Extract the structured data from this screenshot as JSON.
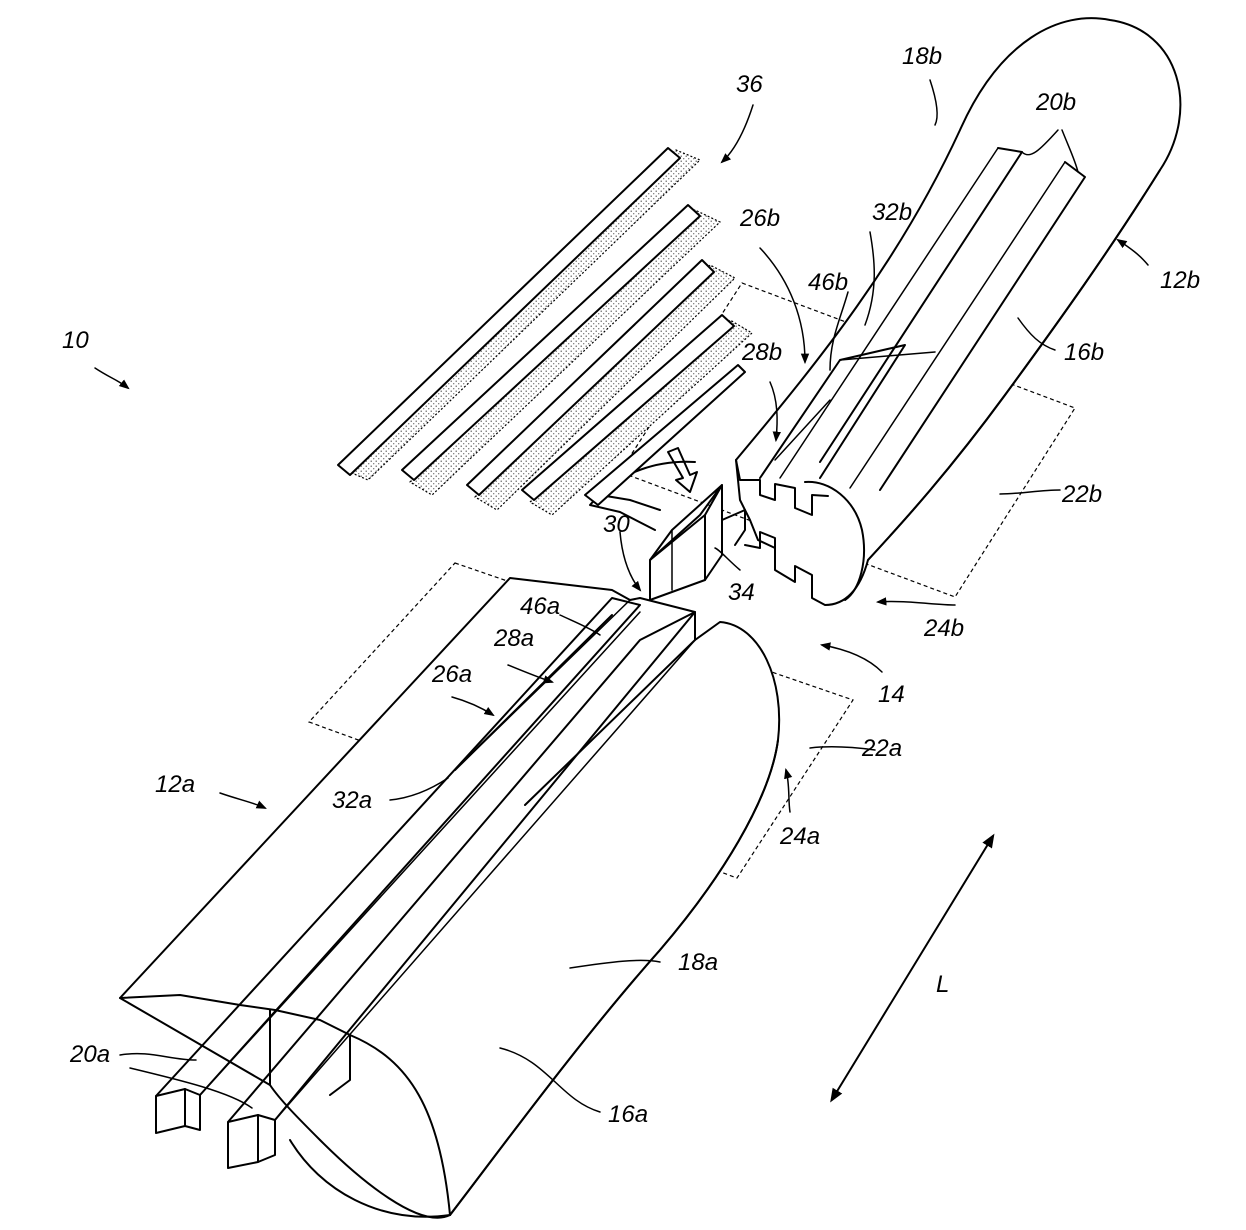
{
  "figure": {
    "labels": {
      "l10": "10",
      "l12a": "12a",
      "l12b": "12b",
      "l14": "14",
      "l16a": "16a",
      "l16b": "16b",
      "l18a": "18a",
      "l18b": "18b",
      "l20a": "20a",
      "l20b": "20b",
      "l22a": "22a",
      "l22b": "22b",
      "l24a": "24a",
      "l24b": "24b",
      "l26a": "26a",
      "l26b": "26b",
      "l28a": "28a",
      "l28b": "28b",
      "l30": "30",
      "l32a": "32a",
      "l32b": "32b",
      "l34": "34",
      "l36": "36",
      "l46a": "46a",
      "l46b": "46b",
      "lL": "L"
    }
  }
}
